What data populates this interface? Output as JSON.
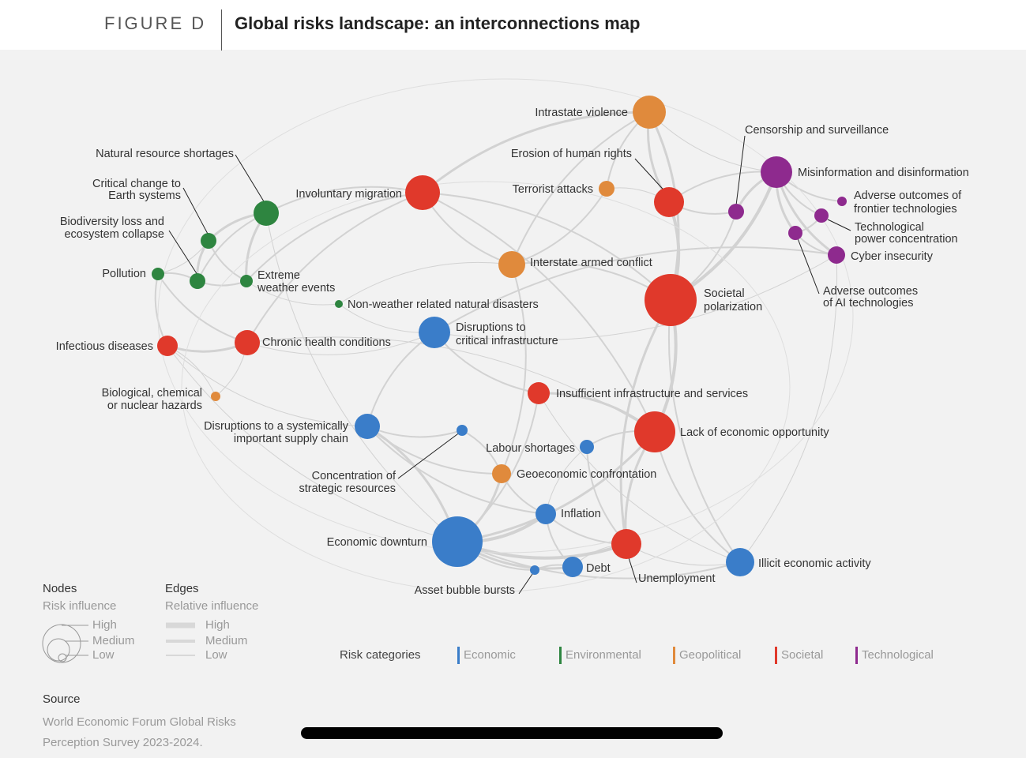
{
  "figure": {
    "label": "FIGURE D",
    "title": "Global risks landscape: an interconnections map"
  },
  "colors": {
    "Economic": "#3a7dc9",
    "Environmental": "#2e8540",
    "Geopolitical": "#e08a3c",
    "Societal": "#e0392b",
    "Technological": "#8e2a8e"
  },
  "nodes": [
    {
      "id": "intrastate_violence",
      "label": "Intrastate violence",
      "category": "Geopolitical",
      "size": "medium"
    },
    {
      "id": "censorship",
      "label": "Censorship and surveillance",
      "category": "Technological",
      "size": "small"
    },
    {
      "id": "natural_resource",
      "label": "Natural resource shortages",
      "category": "Environmental",
      "size": "medium"
    },
    {
      "id": "erosion_rights",
      "label": "Erosion of human rights",
      "category": "Societal",
      "size": "medium"
    },
    {
      "id": "misinformation",
      "label": "Misinformation and disinformation",
      "category": "Technological",
      "size": "medium"
    },
    {
      "id": "critical_change",
      "label": "Critical change to Earth systems",
      "category": "Environmental",
      "size": "small"
    },
    {
      "id": "involuntary_migration",
      "label": "Involuntary migration",
      "category": "Societal",
      "size": "medium"
    },
    {
      "id": "terrorist",
      "label": "Terrorist attacks",
      "category": "Geopolitical",
      "size": "small"
    },
    {
      "id": "adverse_frontier",
      "label": "Adverse outcomes of frontier technologies",
      "category": "Technological",
      "size": "small"
    },
    {
      "id": "biodiversity",
      "label": "Biodiversity loss and ecosystem collapse",
      "category": "Environmental",
      "size": "small"
    },
    {
      "id": "tech_power",
      "label": "Technological power concentration",
      "category": "Technological",
      "size": "small"
    },
    {
      "id": "pollution",
      "label": "Pollution",
      "category": "Environmental",
      "size": "small"
    },
    {
      "id": "extreme_weather",
      "label": "Extreme weather events",
      "category": "Environmental",
      "size": "small"
    },
    {
      "id": "interstate_conflict",
      "label": "Interstate armed conflict",
      "category": "Geopolitical",
      "size": "medium"
    },
    {
      "id": "cyber",
      "label": "Cyber insecurity",
      "category": "Technological",
      "size": "small"
    },
    {
      "id": "societal_polarization",
      "label": "Societal polarization",
      "category": "Societal",
      "size": "high"
    },
    {
      "id": "adverse_ai",
      "label": "Adverse outcomes of AI technologies",
      "category": "Technological",
      "size": "small"
    },
    {
      "id": "non_weather",
      "label": "Non-weather related natural disasters",
      "category": "Environmental",
      "size": "low"
    },
    {
      "id": "disruptions_infra",
      "label": "Disruptions to critical infrastructure",
      "category": "Economic",
      "size": "medium"
    },
    {
      "id": "infectious",
      "label": "Infectious diseases",
      "category": "Societal",
      "size": "small"
    },
    {
      "id": "chronic",
      "label": "Chronic health conditions",
      "category": "Societal",
      "size": "medium"
    },
    {
      "id": "bio_chem",
      "label": "Biological, chemical or nuclear hazards",
      "category": "Geopolitical",
      "size": "low"
    },
    {
      "id": "insufficient_infra",
      "label": "Insufficient infrastructure and services",
      "category": "Societal",
      "size": "small"
    },
    {
      "id": "supply_chain",
      "label": "Disruptions to a systemically important supply chain",
      "category": "Economic",
      "size": "medium"
    },
    {
      "id": "lack_econ",
      "label": "Lack of economic opportunity",
      "category": "Societal",
      "size": "high"
    },
    {
      "id": "labour",
      "label": "Labour shortages",
      "category": "Economic",
      "size": "small"
    },
    {
      "id": "concentration",
      "label": "Concentration of strategic resources",
      "category": "Economic",
      "size": "low"
    },
    {
      "id": "geoeconomic",
      "label": "Geoeconomic confrontation",
      "category": "Geopolitical",
      "size": "small"
    },
    {
      "id": "inflation",
      "label": "Inflation",
      "category": "Economic",
      "size": "small"
    },
    {
      "id": "econ_downturn",
      "label": "Economic downturn",
      "category": "Economic",
      "size": "high"
    },
    {
      "id": "unemployment",
      "label": "Unemployment",
      "category": "Societal",
      "size": "medium"
    },
    {
      "id": "illicit",
      "label": "Illicit economic activity",
      "category": "Economic",
      "size": "medium"
    },
    {
      "id": "debt",
      "label": "Debt",
      "category": "Economic",
      "size": "small"
    },
    {
      "id": "asset_bubble",
      "label": "Asset bubble bursts",
      "category": "Economic",
      "size": "low"
    }
  ],
  "legend": {
    "nodes": {
      "heading": "Nodes",
      "subheading": "Risk influence",
      "levels": [
        "High",
        "Medium",
        "Low"
      ]
    },
    "edges": {
      "heading": "Edges",
      "subheading": "Relative influence",
      "levels": [
        "High",
        "Medium",
        "Low"
      ]
    }
  },
  "categories": {
    "title": "Risk categories",
    "items": [
      {
        "name": "Economic",
        "color": "#3a7dc9"
      },
      {
        "name": "Environmental",
        "color": "#2e8540"
      },
      {
        "name": "Geopolitical",
        "color": "#e08a3c"
      },
      {
        "name": "Societal",
        "color": "#e0392b"
      },
      {
        "name": "Technological",
        "color": "#8e2a8e"
      }
    ]
  },
  "source": {
    "heading": "Source",
    "text": "World Economic Forum Global Risks Perception Survey 2023-2024."
  }
}
